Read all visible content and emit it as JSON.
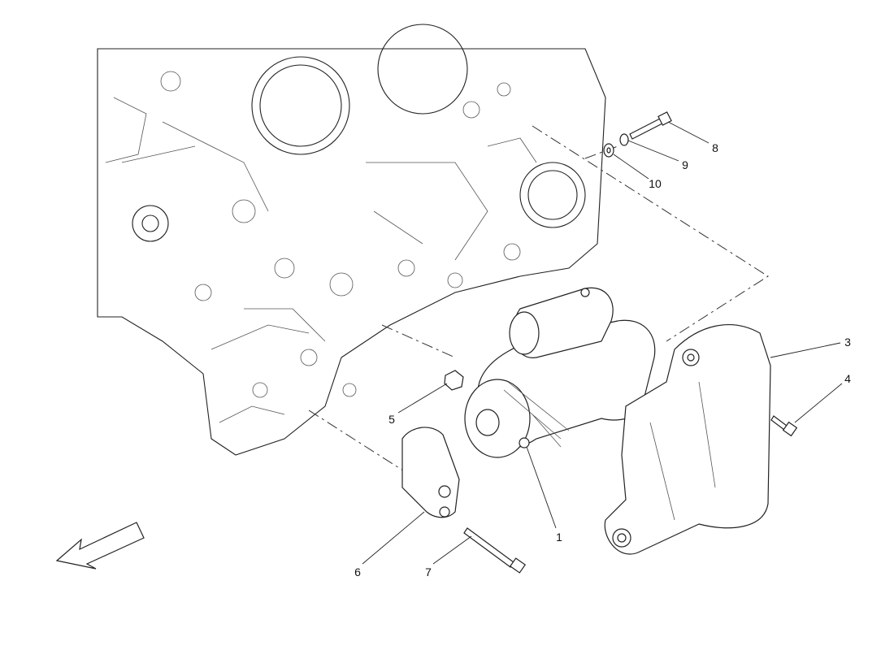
{
  "diagram": {
    "callouts": [
      {
        "id": "c1",
        "label": "1"
      },
      {
        "id": "c3",
        "label": "3"
      },
      {
        "id": "c4",
        "label": "4"
      },
      {
        "id": "c5",
        "label": "5"
      },
      {
        "id": "c6",
        "label": "6"
      },
      {
        "id": "c7",
        "label": "7"
      },
      {
        "id": "c8",
        "label": "8"
      },
      {
        "id": "c9",
        "label": "9"
      },
      {
        "id": "c10",
        "label": "10"
      }
    ],
    "direction_arrow_icon": "arrow-down-left-icon"
  }
}
